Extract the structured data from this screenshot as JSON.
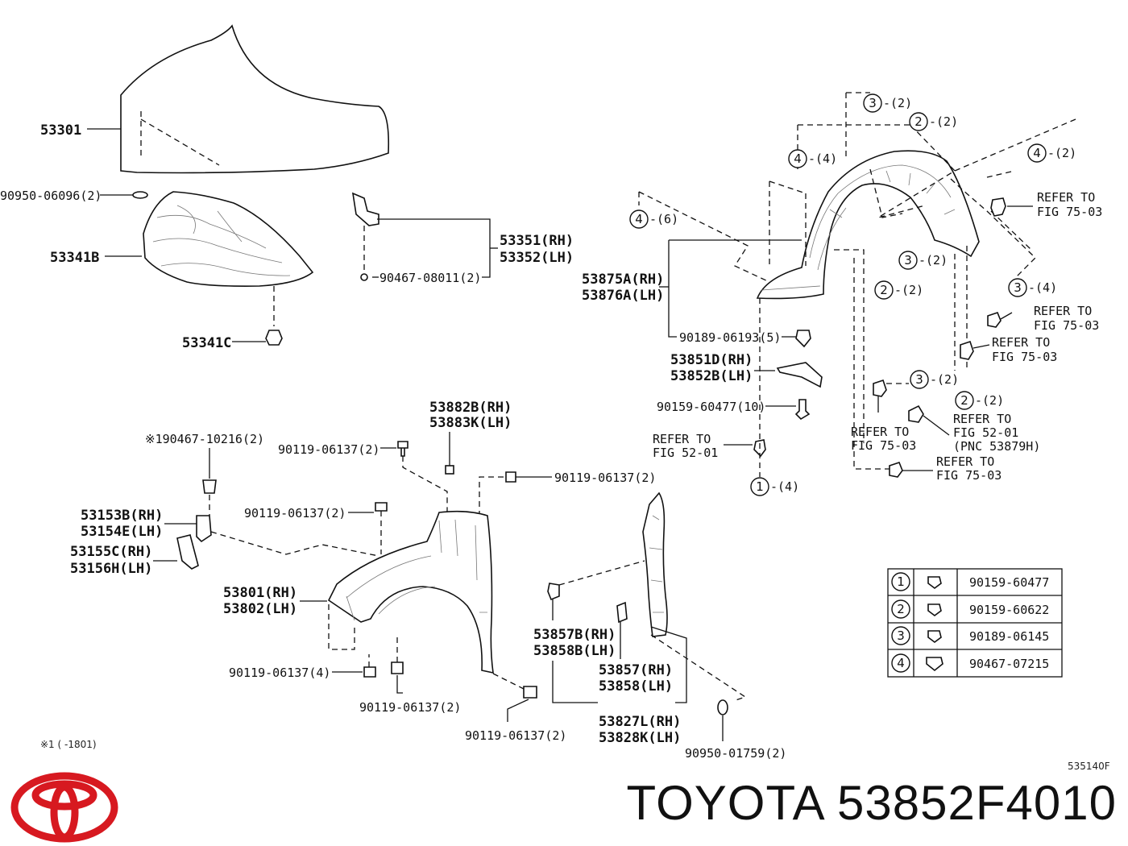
{
  "diagram": {
    "figure_code": "535140F",
    "footnote": "※1 (    -1801)",
    "parts": {
      "hood": "53301",
      "hood_seal": "90950-06096(2)",
      "hood_insulator": "53341B",
      "insulator_clip": "53341C",
      "hinge_rh_lh": [
        "53351(RH)",
        "53352(LH)"
      ],
      "hinge_bolt": "90467-08011(2)",
      "liner_rh_lh": [
        "53875A(RH)",
        "53876A(LH)"
      ],
      "liner_screw": "90189-06193(5)",
      "seal_rh_lh": [
        "53851D(RH)",
        "53852B(LH)"
      ],
      "seal_bolt": "90159-60477(10)",
      "refer_fig_52_01": [
        "REFER TO",
        "FIG 52-01"
      ],
      "bracket_rh_lh": [
        "53882B(RH)",
        "53883K(LH)"
      ],
      "clip_note": "※190467-10216(2)",
      "bolt_a": "90119-06137(2)",
      "bolt_b": "90119-06137(2)",
      "bolt_c": "90119-06137(2)",
      "bracket2_rh_lh": [
        "53153B(RH)",
        "53154E(LH)"
      ],
      "bracket3_rh_lh": [
        "53155C(RH)",
        "53156H(LH)"
      ],
      "fender_rh_lh": [
        "53801(RH)",
        "53802(LH)"
      ],
      "bolt_d": "90119-06137(4)",
      "bolt_e": "90119-06137(2)",
      "bolt_f": "90119-06137(2)",
      "cushion_rh_lh": [
        "53857B(RH)",
        "53858B(LH)"
      ],
      "protector_rh_lh": [
        "53857(RH)",
        "53858(LH)"
      ],
      "seal2_rh_lh": [
        "53827L(RH)",
        "53828K(LH)"
      ],
      "grommet": "90950-01759(2)"
    },
    "callouts": {
      "c3a": "3",
      "c3a_qty": "-(2)",
      "c2a": "2",
      "c2a_qty": "-(2)",
      "c4a": "4",
      "c4a_qty": "-(4)",
      "c4b": "4",
      "c4b_qty": "-(2)",
      "c4c": "4",
      "c4c_qty": "-(6)",
      "c3b": "3",
      "c3b_qty": "-(2)",
      "c2b": "2",
      "c2b_qty": "-(2)",
      "c3c": "3",
      "c3c_qty": "-(4)",
      "c3d": "3",
      "c3d_qty": "-(2)",
      "c2c": "2",
      "c2c_qty": "-(2)",
      "c1a": "1",
      "c1a_qty": "-(4)"
    },
    "refers": {
      "r1": [
        "REFER TO",
        "FIG 75-03"
      ],
      "r2": [
        "REFER TO",
        "FIG 75-03"
      ],
      "r3": [
        "REFER TO",
        "FIG 75-03"
      ],
      "r4": [
        "REFER TO",
        "FIG 75-03"
      ],
      "r5": [
        "REFER TO",
        "FIG 52-01",
        "(PNC 53879H)"
      ],
      "r6": [
        "REFER TO",
        "FIG 75-03"
      ]
    },
    "legend": [
      {
        "num": "1",
        "part": "90159-60477"
      },
      {
        "num": "2",
        "part": "90159-60622"
      },
      {
        "num": "3",
        "part": "90189-06145"
      },
      {
        "num": "4",
        "part": "90467-07215"
      }
    ]
  },
  "brand": {
    "title": "TOYOTA 53852F4010",
    "logo_icon": "toyota-logo-icon",
    "logo_color": "#d71920"
  }
}
